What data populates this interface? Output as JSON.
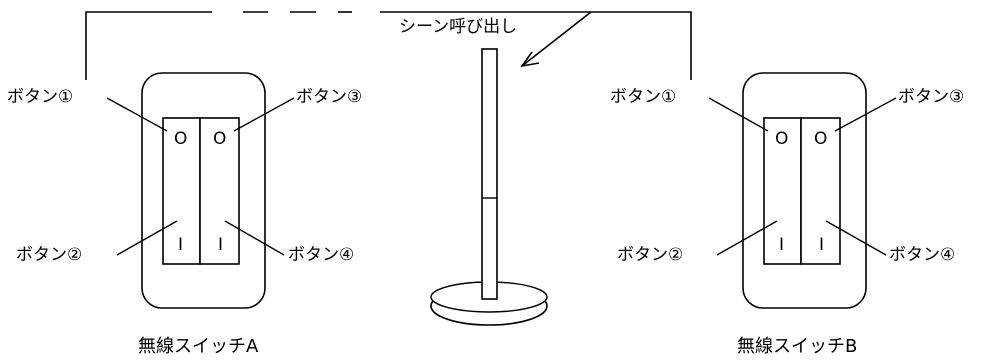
{
  "scene_call_label": "シーン呼び出し",
  "switch_a": {
    "caption": "無線スイッチA",
    "button1": "ボタン①",
    "button2": "ボタン②",
    "button3": "ボタン③",
    "button4": "ボタン④",
    "on_symbol": "O",
    "off_symbol": "I"
  },
  "switch_b": {
    "caption": "無線スイッチB",
    "button1": "ボタン①",
    "button2": "ボタン②",
    "button3": "ボタン③",
    "button4": "ボタン④",
    "on_symbol": "O",
    "off_symbol": "I"
  }
}
